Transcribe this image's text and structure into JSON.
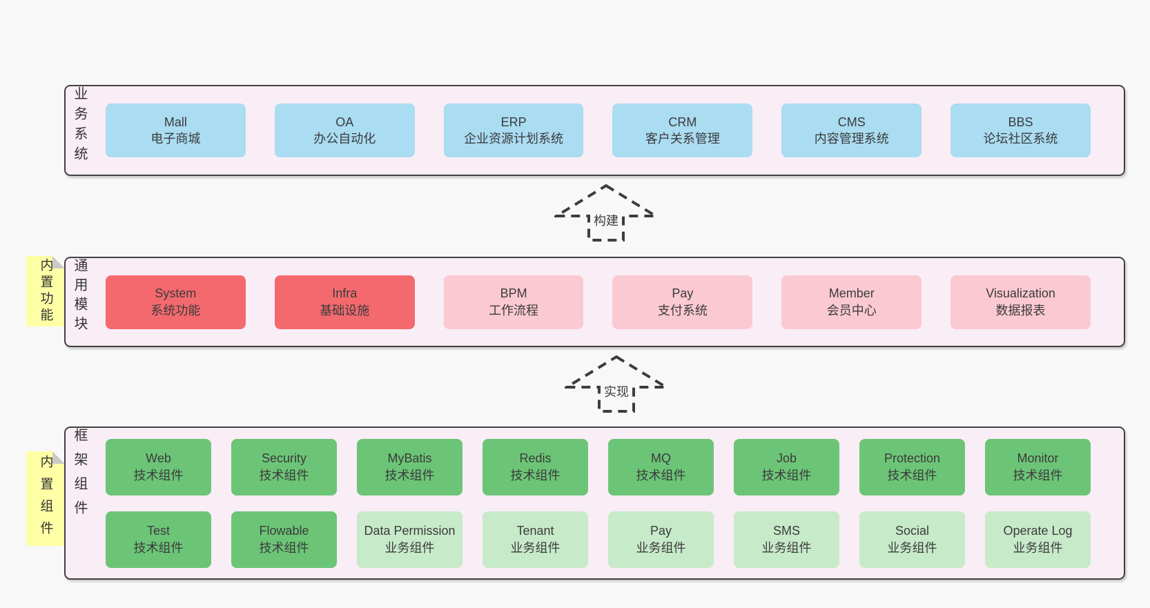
{
  "colors": {
    "page_bg": "#f8f8f8",
    "panel_bg": "#f9edf6",
    "panel_border": "#404040",
    "note_bg": "#ffffa6",
    "note_fold": "#c9c9c9",
    "arrow_stroke": "#3d3d3d",
    "text": "#3b3b3b",
    "blue": "#aadcf2",
    "red": "#f4696e",
    "pink": "#fbc9d2",
    "green": "#6cc577",
    "light_green": "#c7eac9"
  },
  "panels": [
    {
      "name": "business-systems",
      "side_label": "业务系统",
      "rows": [
        [
          {
            "title": "Mall",
            "subtitle": "电子商城",
            "color": "blue"
          },
          {
            "title": "OA",
            "subtitle": "办公自动化",
            "color": "blue"
          },
          {
            "title": "ERP",
            "subtitle": "企业资源计划系统",
            "color": "blue"
          },
          {
            "title": "CRM",
            "subtitle": "客户关系管理",
            "color": "blue"
          },
          {
            "title": "CMS",
            "subtitle": "内容管理系统",
            "color": "blue"
          },
          {
            "title": "BBS",
            "subtitle": "论坛社区系统",
            "color": "blue"
          }
        ]
      ]
    },
    {
      "name": "common-modules",
      "side_label": "通用模块",
      "sticky_note": "内置功能",
      "rows": [
        [
          {
            "title": "System",
            "subtitle": "系统功能",
            "color": "red"
          },
          {
            "title": "Infra",
            "subtitle": "基础设施",
            "color": "red"
          },
          {
            "title": "BPM",
            "subtitle": "工作流程",
            "color": "pink"
          },
          {
            "title": "Pay",
            "subtitle": "支付系统",
            "color": "pink"
          },
          {
            "title": "Member",
            "subtitle": "会员中心",
            "color": "pink"
          },
          {
            "title": "Visualization",
            "subtitle": "数据报表",
            "color": "pink"
          }
        ]
      ]
    },
    {
      "name": "framework-components",
      "side_label": "框架组件",
      "sticky_note": "内置组件",
      "rows": [
        [
          {
            "title": "Web",
            "subtitle": "技术组件",
            "color": "green"
          },
          {
            "title": "Security",
            "subtitle": "技术组件",
            "color": "green"
          },
          {
            "title": "MyBatis",
            "subtitle": "技术组件",
            "color": "green"
          },
          {
            "title": "Redis",
            "subtitle": "技术组件",
            "color": "green"
          },
          {
            "title": "MQ",
            "subtitle": "技术组件",
            "color": "green"
          },
          {
            "title": "Job",
            "subtitle": "技术组件",
            "color": "green"
          },
          {
            "title": "Protection",
            "subtitle": "技术组件",
            "color": "green"
          },
          {
            "title": "Monitor",
            "subtitle": "技术组件",
            "color": "green"
          }
        ],
        [
          {
            "title": "Test",
            "subtitle": "技术组件",
            "color": "green"
          },
          {
            "title": "Flowable",
            "subtitle": "技术组件",
            "color": "green"
          },
          {
            "title": "Data Permission",
            "subtitle": "业务组件",
            "color": "light_green"
          },
          {
            "title": "Tenant",
            "subtitle": "业务组件",
            "color": "light_green"
          },
          {
            "title": "Pay",
            "subtitle": "业务组件",
            "color": "light_green"
          },
          {
            "title": "SMS",
            "subtitle": "业务组件",
            "color": "light_green"
          },
          {
            "title": "Social",
            "subtitle": "业务组件",
            "color": "light_green"
          },
          {
            "title": "Operate Log",
            "subtitle": "业务组件",
            "color": "light_green"
          }
        ]
      ]
    }
  ],
  "arrows": [
    {
      "label": "构建"
    },
    {
      "label": "实现"
    }
  ]
}
